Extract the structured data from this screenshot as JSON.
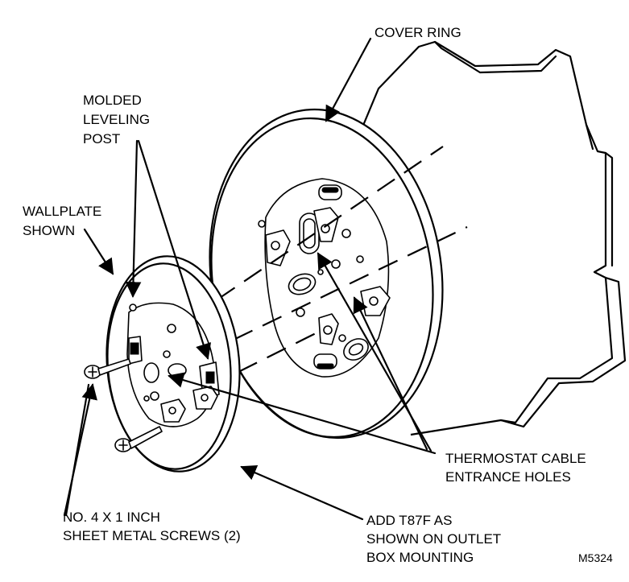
{
  "labels": {
    "cover_ring": "COVER RING",
    "leveling_post_1": "MOLDED",
    "leveling_post_2": "LEVELING",
    "leveling_post_3": "POST",
    "wallplate_1": "WALLPLATE",
    "wallplate_2": "SHOWN",
    "cable_holes_1": "THERMOSTAT CABLE",
    "cable_holes_2": "ENTRANCE HOLES",
    "screws_1": "NO. 4 X 1 INCH",
    "screws_2": "SHEET METAL SCREWS (2)",
    "mounting_1": "ADD T87F AS",
    "mounting_2": "SHOWN ON OUTLET",
    "mounting_3": "BOX MOUNTING",
    "figure_code": "M5324"
  }
}
